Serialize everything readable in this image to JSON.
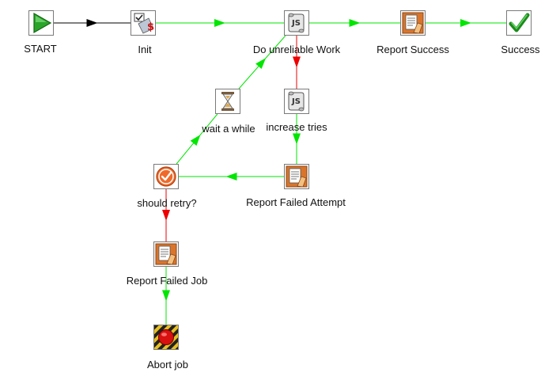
{
  "colors": {
    "hop_unconditional": "#000000",
    "hop_success": "#00e600",
    "hop_failure": "#ee0000"
  },
  "steps": [
    {
      "id": "start",
      "label": "START",
      "icon": "start-play-icon"
    },
    {
      "id": "init",
      "label": "Init",
      "icon": "set-variables-icon"
    },
    {
      "id": "work",
      "label": "Do unreliable Work",
      "icon": "javascript-scroll-icon"
    },
    {
      "id": "report_success",
      "label": "Report Success",
      "icon": "write-to-log-icon"
    },
    {
      "id": "success",
      "label": "Success",
      "icon": "success-check-icon"
    },
    {
      "id": "wait",
      "label": "wait a while",
      "icon": "hourglass-icon"
    },
    {
      "id": "tries",
      "label": "increase tries",
      "icon": "javascript-scroll-icon"
    },
    {
      "id": "retry",
      "label": "should retry?",
      "icon": "evaluate-check-icon"
    },
    {
      "id": "report_attempt",
      "label": "Report Failed Attempt",
      "icon": "write-to-log-icon"
    },
    {
      "id": "report_job",
      "label": "Report Failed Job",
      "icon": "write-to-log-icon"
    },
    {
      "id": "abort",
      "label": "Abort job",
      "icon": "abort-stop-icon"
    }
  ],
  "hops": [
    {
      "from": "start",
      "to": "init",
      "type": "unconditional"
    },
    {
      "from": "init",
      "to": "work",
      "type": "success"
    },
    {
      "from": "work",
      "to": "report_success",
      "type": "success"
    },
    {
      "from": "report_success",
      "to": "success",
      "type": "success"
    },
    {
      "from": "work",
      "to": "tries",
      "type": "failure"
    },
    {
      "from": "tries",
      "to": "report_attempt",
      "type": "success"
    },
    {
      "from": "report_attempt",
      "to": "retry",
      "type": "success"
    },
    {
      "from": "retry",
      "to": "wait",
      "type": "success"
    },
    {
      "from": "wait",
      "to": "work",
      "type": "success"
    },
    {
      "from": "retry",
      "to": "report_job",
      "type": "failure"
    },
    {
      "from": "report_job",
      "to": "abort",
      "type": "success"
    }
  ]
}
